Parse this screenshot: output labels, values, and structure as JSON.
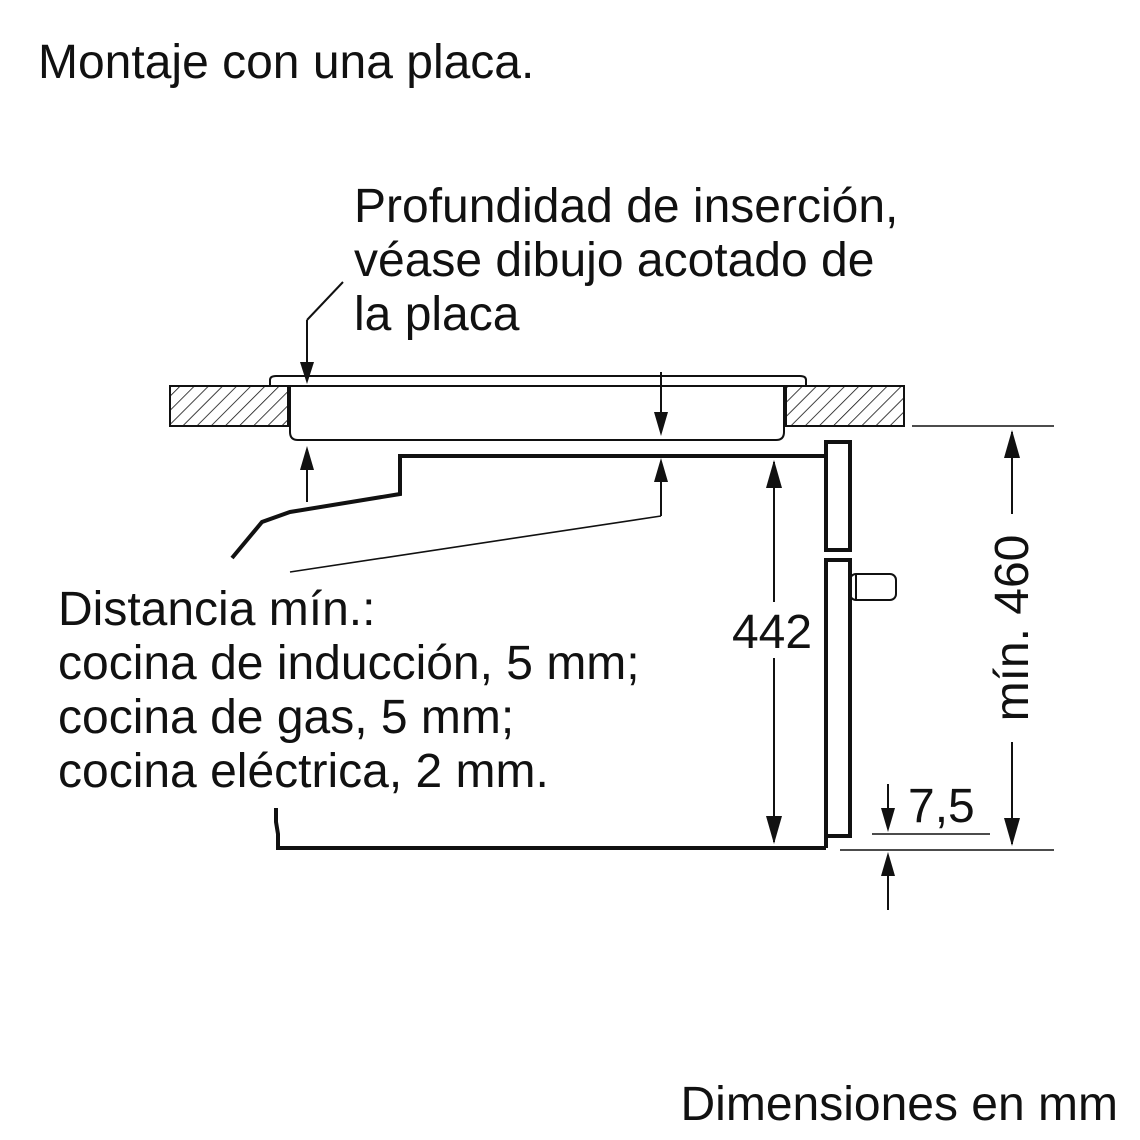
{
  "title": "Montaje con una placa.",
  "annotations": {
    "insertion_depth": [
      "Profundidad de inserción,",
      "véase dibujo acotado de",
      "la placa"
    ],
    "min_distance": [
      "Distancia mín.:",
      "cocina de inducción, 5 mm;",
      "cocina de gas, 5 mm;",
      "cocina eléctrica, 2 mm."
    ]
  },
  "dimensions": {
    "oven_height": "442",
    "niche_height": "mín. 460",
    "bottom_offset": "7,5"
  },
  "footer": "Dimensiones en mm",
  "colors": {
    "line": "#111111",
    "background": "#ffffff"
  }
}
